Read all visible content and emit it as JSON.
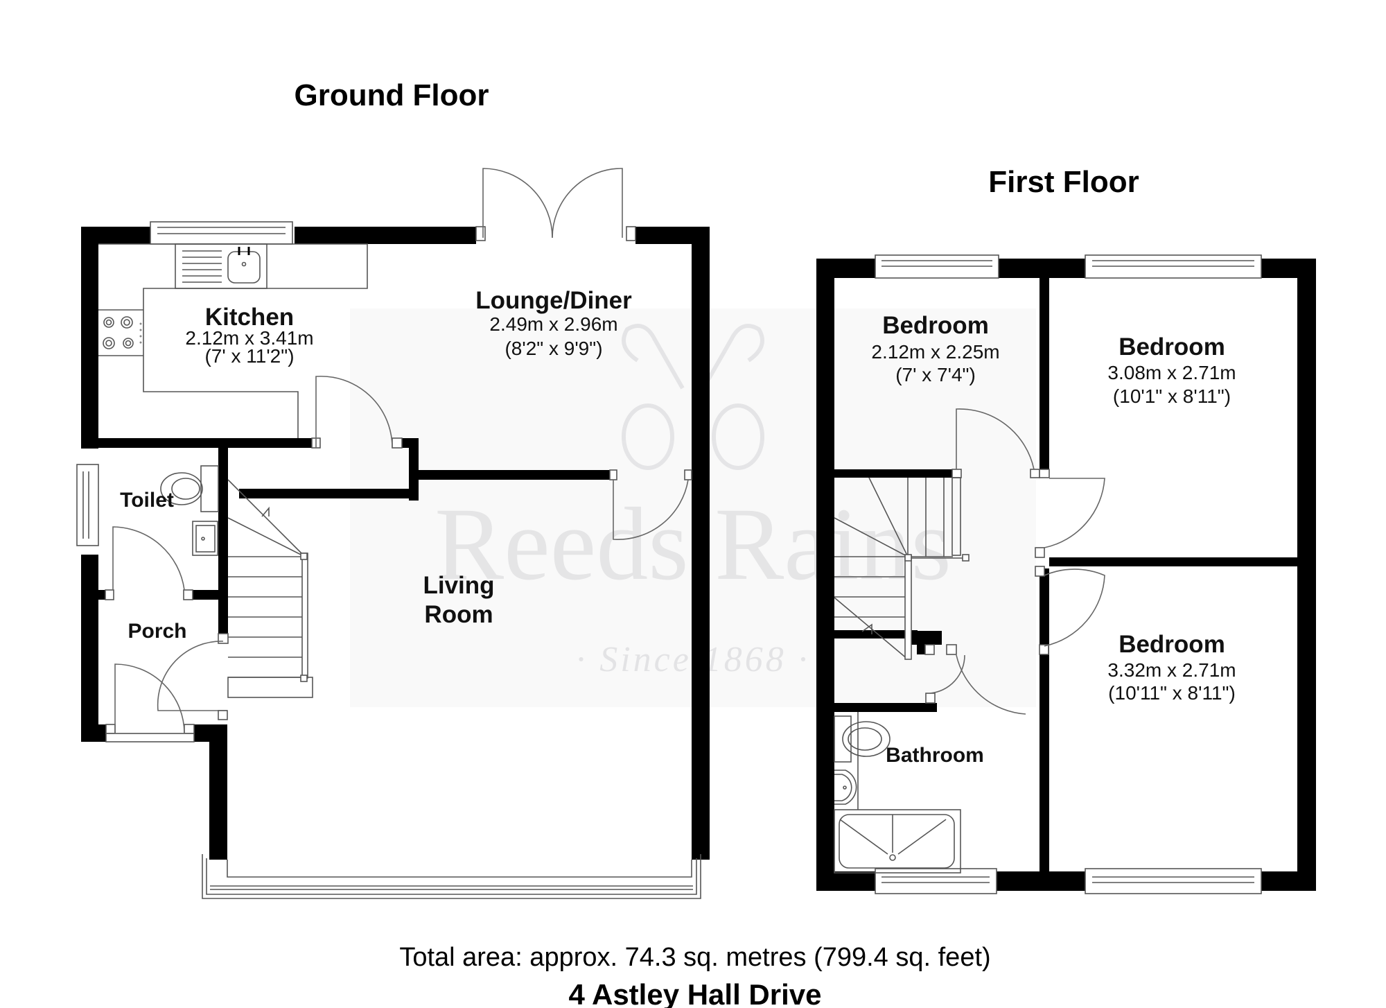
{
  "titles": {
    "ground_floor": "Ground Floor",
    "first_floor": "First Floor"
  },
  "watermark": {
    "brand": "Reeds Rains",
    "tagline": "· Since 1868 ·"
  },
  "ground_floor": {
    "kitchen": {
      "name": "Kitchen",
      "metric": "2.12m x 3.41m",
      "imperial": "(7' x 11'2\")"
    },
    "lounge_diner": {
      "name": "Lounge/Diner",
      "metric": "2.49m x 2.96m",
      "imperial": "(8'2\" x 9'9\")"
    },
    "toilet": {
      "name": "Toilet"
    },
    "porch": {
      "name": "Porch"
    },
    "living_room": {
      "name_line1": "Living",
      "name_line2": "Room"
    }
  },
  "first_floor": {
    "bedroom_1": {
      "name": "Bedroom",
      "metric": "2.12m x 2.25m",
      "imperial": "(7' x 7'4\")"
    },
    "bedroom_2": {
      "name": "Bedroom",
      "metric": "3.08m x 2.71m",
      "imperial": "(10'1\" x 8'11\")"
    },
    "bedroom_3": {
      "name": "Bedroom",
      "metric": "3.32m x 2.71m",
      "imperial": "(10'11\" x 8'11\")"
    },
    "bathroom": {
      "name": "Bathroom"
    }
  },
  "footer": {
    "total_area": "Total area: approx. 74.3 sq. metres (799.4 sq. feet)",
    "address": "4 Astley Hall Drive"
  },
  "colors": {
    "wall": "#000000",
    "line": "#555555",
    "watermark": "#d6d6d8",
    "background": "#ffffff"
  }
}
